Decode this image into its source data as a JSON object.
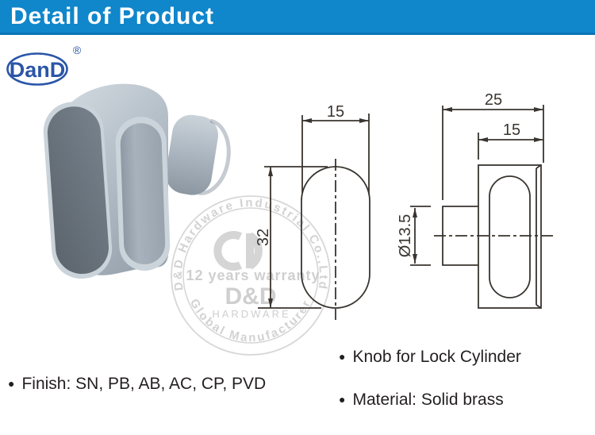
{
  "header": {
    "title": "Detail of Product"
  },
  "logo": {
    "text": "DanD",
    "registered_mark": "®"
  },
  "watermark": {
    "arc_top": "D&D Hardware Industrial Co.,Ltd",
    "warranty": "12 years warranty",
    "brand": "D&D",
    "brand_sub": "HARDWARE",
    "arc_bottom": "Global Manufacturer"
  },
  "views": {
    "front": {
      "width": "15",
      "height": "32"
    },
    "side": {
      "overall_depth": "25",
      "body_depth": "15",
      "stem_diameter": "Ø13.5"
    }
  },
  "notes": {
    "bullet": "●",
    "finish": "Finish: SN, PB, AB, AC, CP, PVD",
    "product": "Knob for Lock Cylinder",
    "material": "Material: Solid brass"
  },
  "colors": {
    "header_bg": "#1086cb",
    "header_text": "#ffffff",
    "logo_blue": "#2b55a8",
    "drawing_line": "#39342f",
    "watermark_gray": "#d2d2d2",
    "note_text": "#231f20",
    "knob_body_gray": "#b7c1ca",
    "knob_face_gray": "#69737d"
  }
}
